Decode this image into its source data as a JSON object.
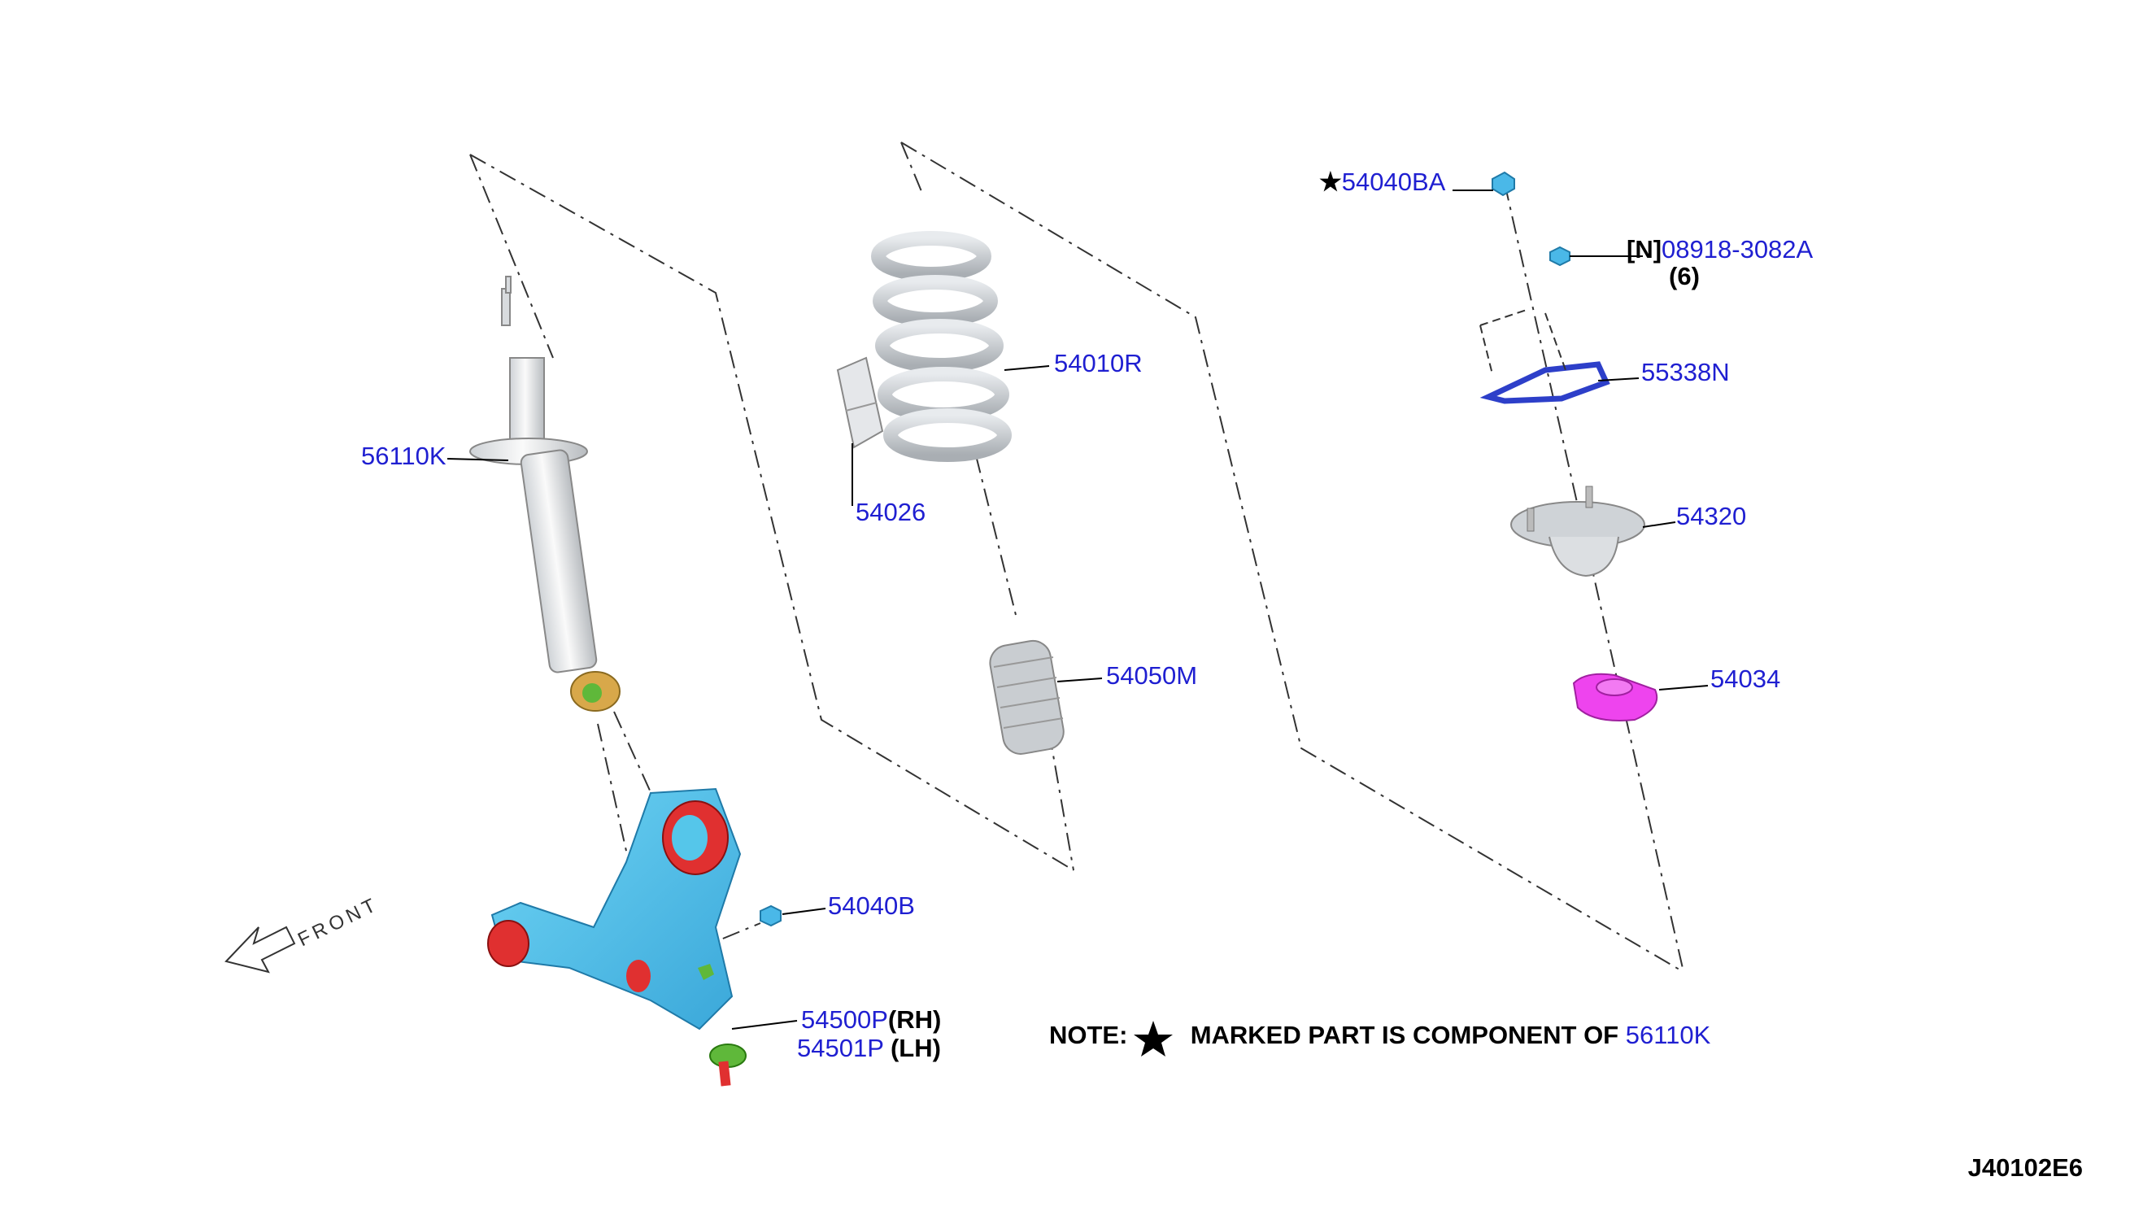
{
  "colors": {
    "part_number": "#1f1fd1",
    "text": "#000000",
    "spring": "#c8cdd2",
    "arm": "#55c6ea",
    "bushing": "#e03030",
    "seat": "#ee44ee",
    "insulator": "#2d3fc9",
    "nut": "#4ab8e8"
  },
  "parts": {
    "shock": "56110K",
    "bound_bumper": "54026",
    "spring": "54010R",
    "boot": "54050M",
    "nut_top": "54040BA",
    "bolt_n_prefix": "[N]",
    "bolt": "08918-3082A",
    "bolt_qty": "(6)",
    "insulator": "55338N",
    "mount": "54320",
    "seat": "54034",
    "nut_arm": "54040B",
    "arm_rh": "54500P",
    "arm_rh_side": "(RH)",
    "arm_lh": "54501P",
    "arm_lh_side": "(LH)"
  },
  "star_symbol": "★",
  "note": {
    "prefix": "NOTE:",
    "text": "MARKED PART IS COMPONENT OF",
    "part": "56110K"
  },
  "direction_label": "FRONT",
  "diagram_code": "J40102E6"
}
